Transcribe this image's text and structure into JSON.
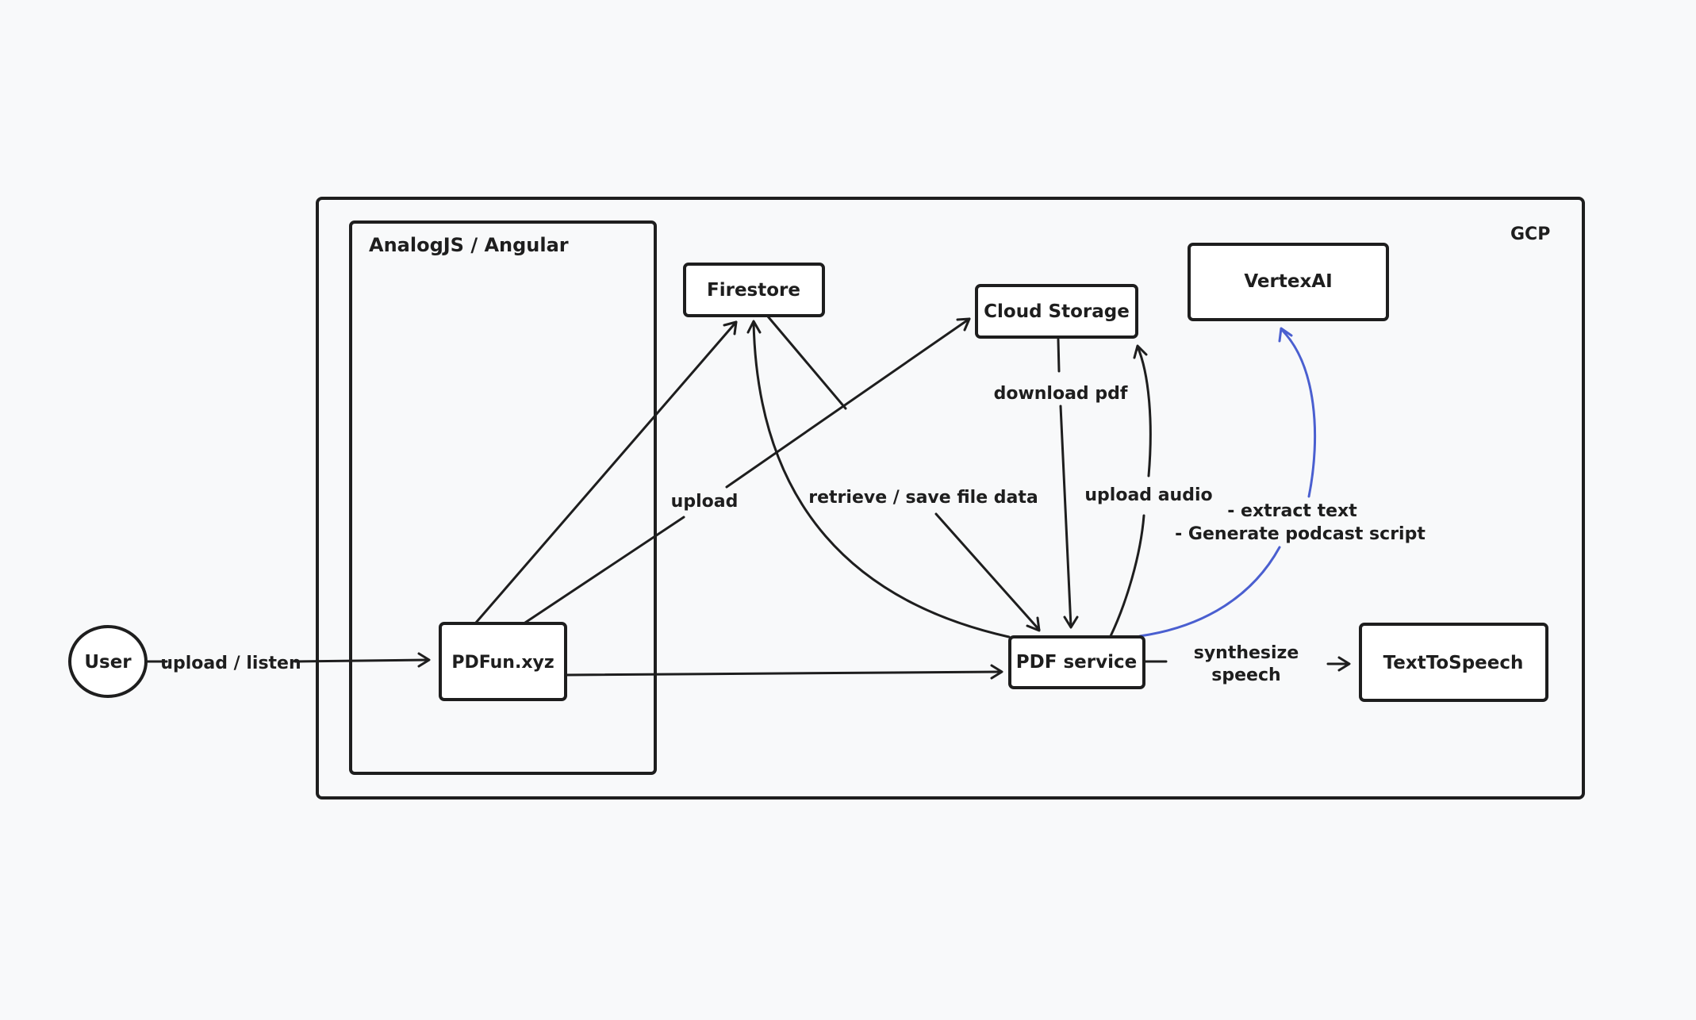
{
  "diagram": {
    "containers": {
      "gcp": "GCP",
      "frontend": "AnalogJS / Angular"
    },
    "nodes": {
      "user": "User",
      "pdffun": "PDFun.xyz",
      "firestore": "Firestore",
      "cloud_storage": "Cloud Storage",
      "vertexai": "VertexAI",
      "pdf_service": "PDF service",
      "tts": "TextToSpeech"
    },
    "edges": {
      "user_to_pdffun": "upload / listen",
      "pdffun_to_storage": "upload",
      "firestore_pdfservice": "retrieve / save file data",
      "storage_to_pdfservice": "download pdf",
      "pdfservice_to_storage": "upload audio",
      "pdfservice_to_vertex_line1": "- extract text",
      "pdfservice_to_vertex_line2": "- Generate podcast script",
      "pdfservice_to_tts_line1": "synthesize",
      "pdfservice_to_tts_line2": "speech"
    },
    "colors": {
      "stroke": "#1e1e1e",
      "vertex_edge": "#4a5fd0",
      "background": "#f8f9fa"
    }
  }
}
